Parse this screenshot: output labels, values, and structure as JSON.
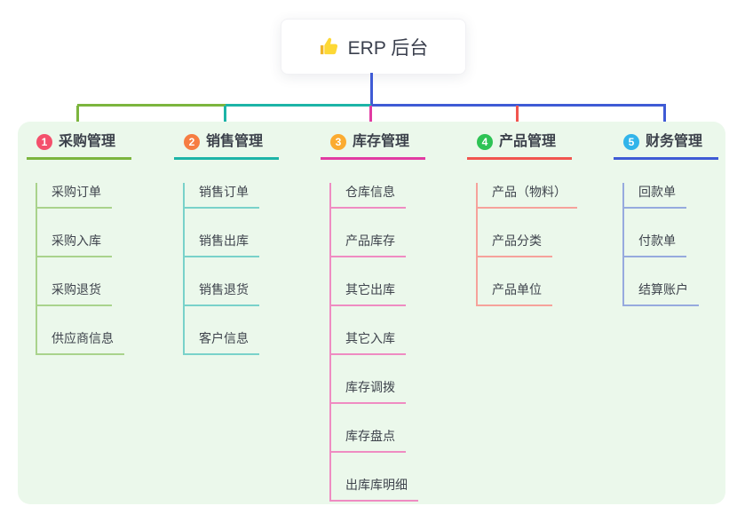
{
  "canvas": {
    "background": "#ffffff",
    "panel_background": "#ebf8eb",
    "text_color": "#3d4249"
  },
  "root": {
    "label": "ERP 后台",
    "icon": "thumbs-up-icon"
  },
  "branches": [
    {
      "num": "1",
      "label": "采购管理",
      "badge_color": "#f4506c",
      "line_color": "#7cb53e",
      "child_line_color": "#a9d38c",
      "children": [
        "采购订单",
        "采购入库",
        "采购退货",
        "供应商信息"
      ]
    },
    {
      "num": "2",
      "label": "销售管理",
      "badge_color": "#f67d42",
      "line_color": "#1db4a7",
      "child_line_color": "#79d2ca",
      "children": [
        "销售订单",
        "销售出库",
        "销售退货",
        "客户信息"
      ]
    },
    {
      "num": "3",
      "label": "库存管理",
      "badge_color": "#fbab30",
      "line_color": "#e13ba2",
      "child_line_color": "#ef8cc2",
      "children": [
        "仓库信息",
        "产品库存",
        "其它出库",
        "其它入库",
        "库存调拨",
        "库存盘点",
        "出库库明细"
      ]
    },
    {
      "num": "4",
      "label": "产品管理",
      "badge_color": "#2ec355",
      "line_color": "#f1554f",
      "child_line_color": "#f6a29b",
      "children": [
        "产品（物料）",
        "产品分类",
        "产品单位"
      ]
    },
    {
      "num": "5",
      "label": "财务管理",
      "badge_color": "#31b4ea",
      "line_color": "#3f5bd5",
      "child_line_color": "#96aade",
      "children": [
        "回款单",
        "付款单",
        "结算账户"
      ]
    }
  ]
}
